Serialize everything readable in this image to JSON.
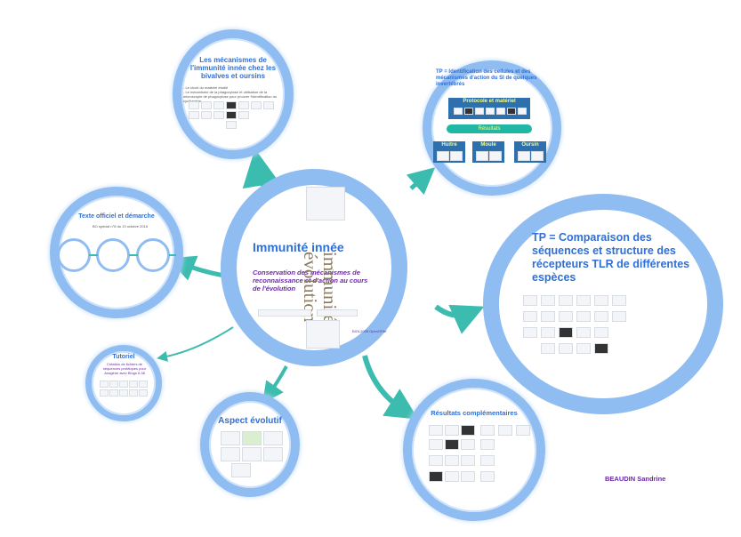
{
  "center": {
    "title": "Immunité innée",
    "subtitle": "Conservation des mécanismes de reconnaissance et d'action au cours de l'évolution",
    "vertical_text_1": "immunité",
    "vertical_text_2": "évolution",
    "footnote": "BIOL2008 OpenOFile"
  },
  "nodes": {
    "top_left": {
      "title": "Les mécanismes de l'immunité innée chez les bivalves et oursins",
      "line1": "- Le choix du matériel étudié",
      "line2": "- Le mécanisme de la phagocytose et utilisation de la microscopie de phagocytose pour prouver l'identification du cyclhagène"
    },
    "top_right": {
      "title": "TP = Identification des cellules et des mécanismes d'action du SI de quelques invertébrés",
      "protocole": "Protocole et matériel",
      "resultats": "Résultats",
      "huitre": "Huitre",
      "moule": "Moule",
      "oursin": "Oursin"
    },
    "left": {
      "title": "Texte officiel et démarche",
      "sub": "BO spécial n°8 du 13 octobre 2016"
    },
    "tutoriel": {
      "title": "Tutoriel",
      "sub": "Création de fichiers de séquences protéiques pour Anagène avec Blogs 6.38"
    },
    "aspect": {
      "title": "Aspect évolutif"
    },
    "resultats": {
      "title": "Résultats complémentaires"
    },
    "right": {
      "title": "TP = Comparaison des séquences et structure des récepteurs TLR de différentes espèces"
    }
  },
  "author": "BEAUDIN Sandrine",
  "colors": {
    "ring": "#8fbdf2",
    "arrow": "#3cbcae",
    "title_blue": "#2f6fd6",
    "subtitle_purple": "#6a2aa8"
  }
}
